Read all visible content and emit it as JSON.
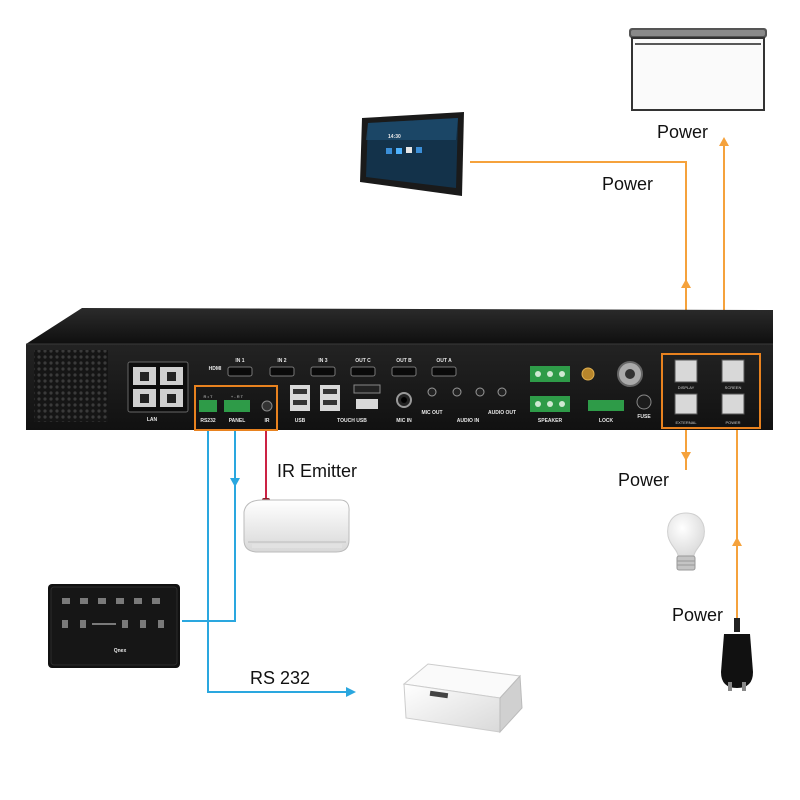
{
  "labels": {
    "power_screen": "Power",
    "power_display": "Power",
    "power_light": "Power",
    "power_input": "Power",
    "ir_emitter": "IR Emitter",
    "rs232": "RS 232"
  },
  "device_panel_text": {
    "hdmi": "HDMI",
    "in1": "IN 1",
    "in2": "IN 2",
    "in3": "IN 3",
    "outc": "OUT C",
    "outb": "OUT B",
    "outa": "OUT A",
    "lan": "LAN",
    "rs232": "RS232",
    "panel": "PANEL",
    "ir": "IR",
    "usb": "USB",
    "touch_usb": "TOUCH USB",
    "mic_in": "MIC IN",
    "mic_out": "MIC OUT",
    "audio_in": "AUDIO IN",
    "audio_out": "AUDIO OUT",
    "speaker": "SPEAKER",
    "lock": "LOCK",
    "fuse": "FUSE",
    "display": "DISPLAY",
    "screen": "SCREEN",
    "external": "EXTERNAL",
    "power": "POWER"
  },
  "touch_display": {
    "time": "14:30"
  },
  "control_panel": {
    "brand": "Qnex"
  },
  "colors": {
    "power_line": "#f5a23c",
    "control_line": "#2aa7df",
    "highlight_box": "#e8821f",
    "device_body": "#1b1b1b"
  }
}
